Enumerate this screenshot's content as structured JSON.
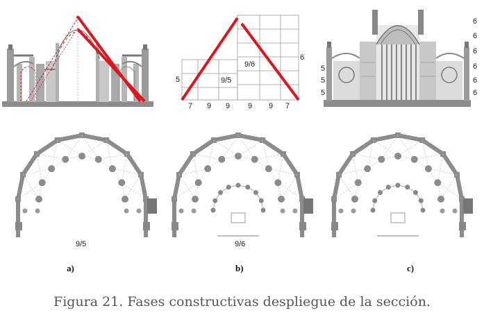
{
  "panel_a": {
    "plan_ratio": "9/5",
    "letter": "a)"
  },
  "panel_b": {
    "grid_left_label": "5",
    "grid_mid_left_label": "9/5",
    "grid_mid_right_label": "9/6",
    "grid_right_label": "6",
    "grid_bottom_labels": [
      "7",
      "9",
      "9",
      "9",
      "9",
      "7"
    ],
    "plan_ratio": "9/6",
    "letter": "b)"
  },
  "panel_c": {
    "left_labels": [
      "5",
      "5",
      "5"
    ],
    "right_labels": [
      "6",
      "6",
      "6",
      "6",
      "6",
      "6"
    ],
    "letter": "c)"
  },
  "caption": "Figura 21. Fases constructivas despliegue de la sección.",
  "colors": {
    "red": "#e0141b",
    "gray": "#8c8c8c",
    "dark": "#555555",
    "grid": "#9a9a9a"
  }
}
